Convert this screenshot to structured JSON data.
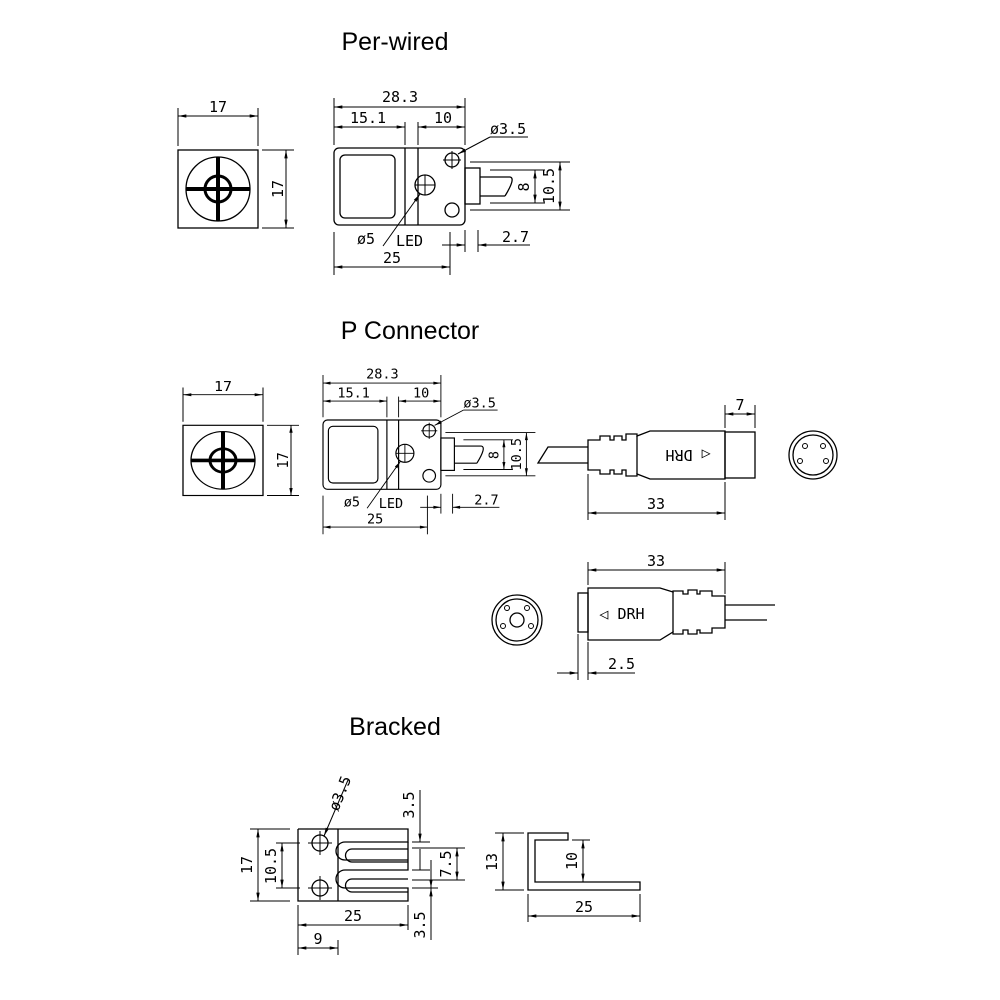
{
  "sections": {
    "perwired": {
      "title": "Per-wired",
      "front": {
        "width": "17",
        "height": "17"
      },
      "side": {
        "overall": "28.3",
        "left": "15.1",
        "right": "10",
        "hole": "ø3.5",
        "led_dia": "ø5",
        "led": "LED",
        "body": "25",
        "offset": "2.7",
        "cable": "8",
        "holes_spacing": "10.5"
      }
    },
    "pconnector": {
      "title": "P Connector",
      "front": {
        "width": "17",
        "height": "17"
      },
      "side": {
        "overall": "28.3",
        "left": "15.1",
        "right": "10",
        "hole": "ø3.5",
        "led_dia": "ø5",
        "led": "LED",
        "body": "25",
        "offset": "2.7",
        "cable": "8",
        "holes_spacing": "10.5"
      },
      "connector_male": {
        "marking": "◁ DRH",
        "nose": "7",
        "length": "33"
      },
      "connector_female": {
        "marking": "◁ DRH",
        "length": "33",
        "flange": "2.5"
      }
    },
    "bracked": {
      "title": "Bracked",
      "plate": {
        "hole": "ø3.5",
        "height": "17",
        "holes_spacing": "10.5",
        "width": "25",
        "offset": "9",
        "top": "3.5",
        "slot": "7.5",
        "bottom": "3.5"
      },
      "profile": {
        "height": "13",
        "inner": "10",
        "length": "25"
      }
    }
  }
}
